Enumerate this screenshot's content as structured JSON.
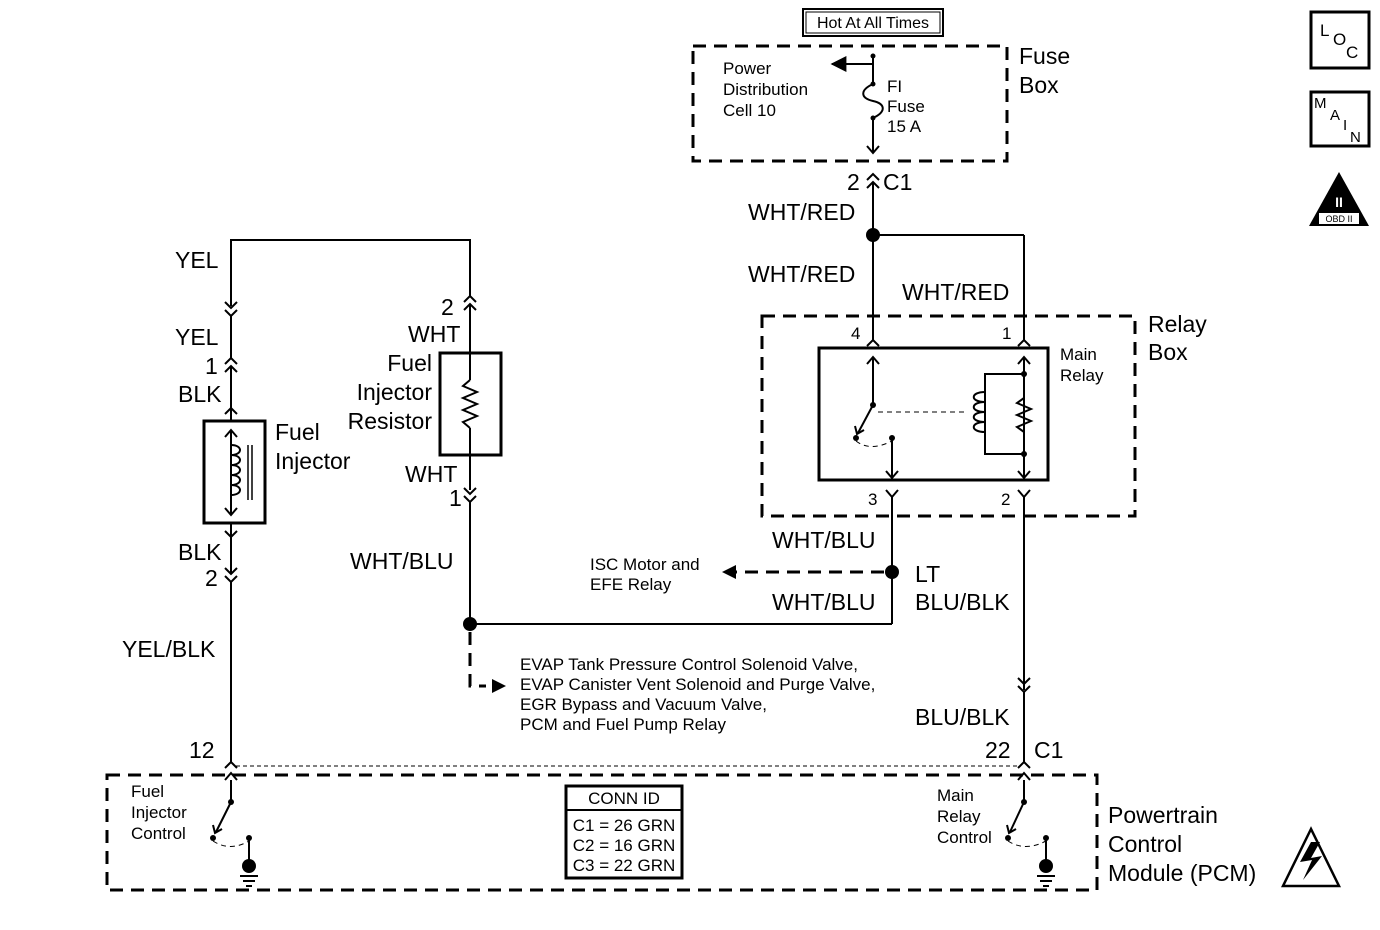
{
  "hot_label": "Hot At All Times",
  "fuse_box": {
    "title_line1": "Fuse",
    "title_line2": "Box",
    "pdc_line1": "Power",
    "pdc_line2": "Distribution",
    "pdc_line3": "Cell 10",
    "fuse_line1": "FI",
    "fuse_line2": "Fuse",
    "fuse_line3": "15 A",
    "pin": "2",
    "connector": "C1"
  },
  "icons": {
    "loc": [
      "L",
      "O",
      "C"
    ],
    "main": [
      "M",
      "A",
      "I",
      "N"
    ],
    "obd_numeral": "II",
    "obd_text": "OBD II"
  },
  "wires": {
    "wht_red_1": "WHT/RED",
    "wht_red_2": "WHT/RED",
    "wht_red_3": "WHT/RED",
    "yel_top": "YEL",
    "yel_2": "YEL",
    "blk_1": "BLK",
    "blk_2": "BLK",
    "yel_blk": "YEL/BLK",
    "wht_1": "WHT",
    "wht_2": "WHT",
    "wht_blu_left": "WHT/BLU",
    "wht_blu_relay": "WHT/BLU",
    "wht_blu_bottom": "WHT/BLU",
    "lt": "LT",
    "blu_blk_1": "BLU/BLK",
    "blu_blk_2": "BLU/BLK"
  },
  "pins": {
    "resistor_top": "2",
    "resistor_bottom": "1",
    "injector_top": "1",
    "injector_bottom": "2",
    "relay_4": "4",
    "relay_1": "1",
    "relay_3": "3",
    "relay_2": "2",
    "pcm_12": "12",
    "pcm_22": "22",
    "pcm_c1": "C1"
  },
  "components": {
    "injector_line1": "Fuel",
    "injector_line2": "Injector",
    "resistor_line1": "Fuel",
    "resistor_line2": "Injector",
    "resistor_line3": "Resistor",
    "relay_box_line1": "Relay",
    "relay_box_line2": "Box",
    "main_relay_line1": "Main",
    "main_relay_line2": "Relay"
  },
  "refs": {
    "isc_line1": "ISC Motor and",
    "isc_line2": "EFE Relay",
    "evap_line1": "EVAP Tank Pressure Control Solenoid Valve,",
    "evap_line2": "EVAP Canister Vent Solenoid and Purge Valve,",
    "evap_line3": "EGR Bypass and Vacuum Valve,",
    "evap_line4": "PCM and Fuel Pump Relay"
  },
  "pcm": {
    "title_line1": "Powertrain",
    "title_line2": "Control",
    "title_line3": "Module (PCM)",
    "fic_line1": "Fuel",
    "fic_line2": "Injector",
    "fic_line3": "Control",
    "mrc_line1": "Main",
    "mrc_line2": "Relay",
    "mrc_line3": "Control",
    "conn_title": "CONN ID",
    "conn_rows": [
      "C1 = 26 GRN",
      "C2 = 16 GRN",
      "C3 = 22 GRN"
    ]
  }
}
